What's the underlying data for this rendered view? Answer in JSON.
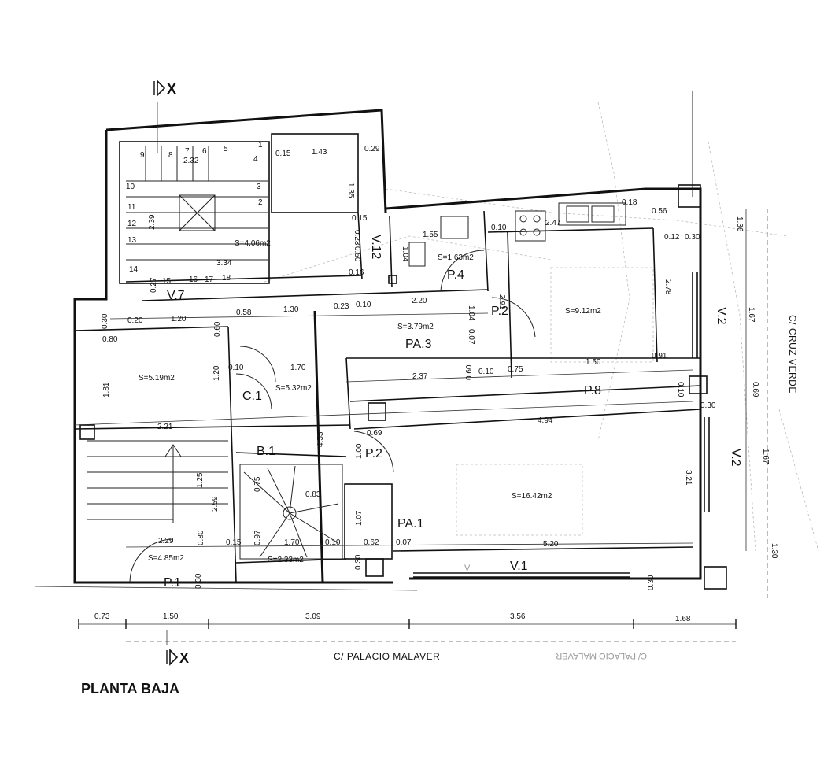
{
  "title": "PLANTA BAJA",
  "streets": {
    "bottom": "C/ PALACIO MALAVER",
    "bottom_mirror": "C/ PALACIO MALAVER",
    "right": "C/ CRUZ VERDE"
  },
  "section_marker": "X",
  "stair_steps": [
    "1",
    "2",
    "3",
    "4",
    "5",
    "6",
    "7",
    "8",
    "9",
    "10",
    "11",
    "12",
    "13",
    "14",
    "15",
    "16",
    "17",
    "18"
  ],
  "rooms": [
    {
      "area": "S=4.06m2"
    },
    {
      "area": "S=1.63m2"
    },
    {
      "area": "S=9.12m2"
    },
    {
      "area": "S=3.79m2"
    },
    {
      "area": "S=5.19m2"
    },
    {
      "area": "S=5.32m2"
    },
    {
      "area": "S=16.42m2"
    },
    {
      "area": "S=2.33m2"
    },
    {
      "area": "S=4.85m2"
    }
  ],
  "labels": [
    "V.7",
    "V.12",
    "P.4",
    "P.2",
    "PA.3",
    "P.8",
    "C.1",
    "B.1",
    "P.2",
    "PA.1",
    "P.1",
    "V.1",
    "V.2",
    "V.2",
    "V"
  ],
  "dimensions": [
    "2.32",
    "2.39",
    "3.34",
    "0.15",
    "1.43",
    "0.29",
    "1.35",
    "0.15",
    "0.23",
    "0.50",
    "0.16",
    "1.04",
    "1.55",
    "0.10",
    "2.47",
    "0.18",
    "0.56",
    "0.12",
    "0.30",
    "1.36",
    "2.78",
    "1.67",
    "0.27",
    "0.30",
    "0.20",
    "1.20",
    "0.60",
    "0.58",
    "1.30",
    "0.23",
    "0.10",
    "2.20",
    "1.04",
    "0.07",
    "2.91",
    "0.80",
    "1.20",
    "0.10",
    "1.70",
    "0.60",
    "0.10",
    "0.75",
    "1.50",
    "0.91",
    "0.69",
    "2.37",
    "0.10",
    "0.30",
    "1.81",
    "2.21",
    "4.53",
    "0.69",
    "4.94",
    "1.00",
    "1.25",
    "2.59",
    "0.75",
    "0.83",
    "3.21",
    "1.67",
    "1.07",
    "2.29",
    "0.80",
    "0.15",
    "0.97",
    "1.70",
    "0.10",
    "0.62",
    "0.07",
    "5.20",
    "0.30",
    "0.30",
    "1.30",
    "0.30",
    "0.73",
    "1.50",
    "3.09",
    "3.56",
    "1.68"
  ]
}
